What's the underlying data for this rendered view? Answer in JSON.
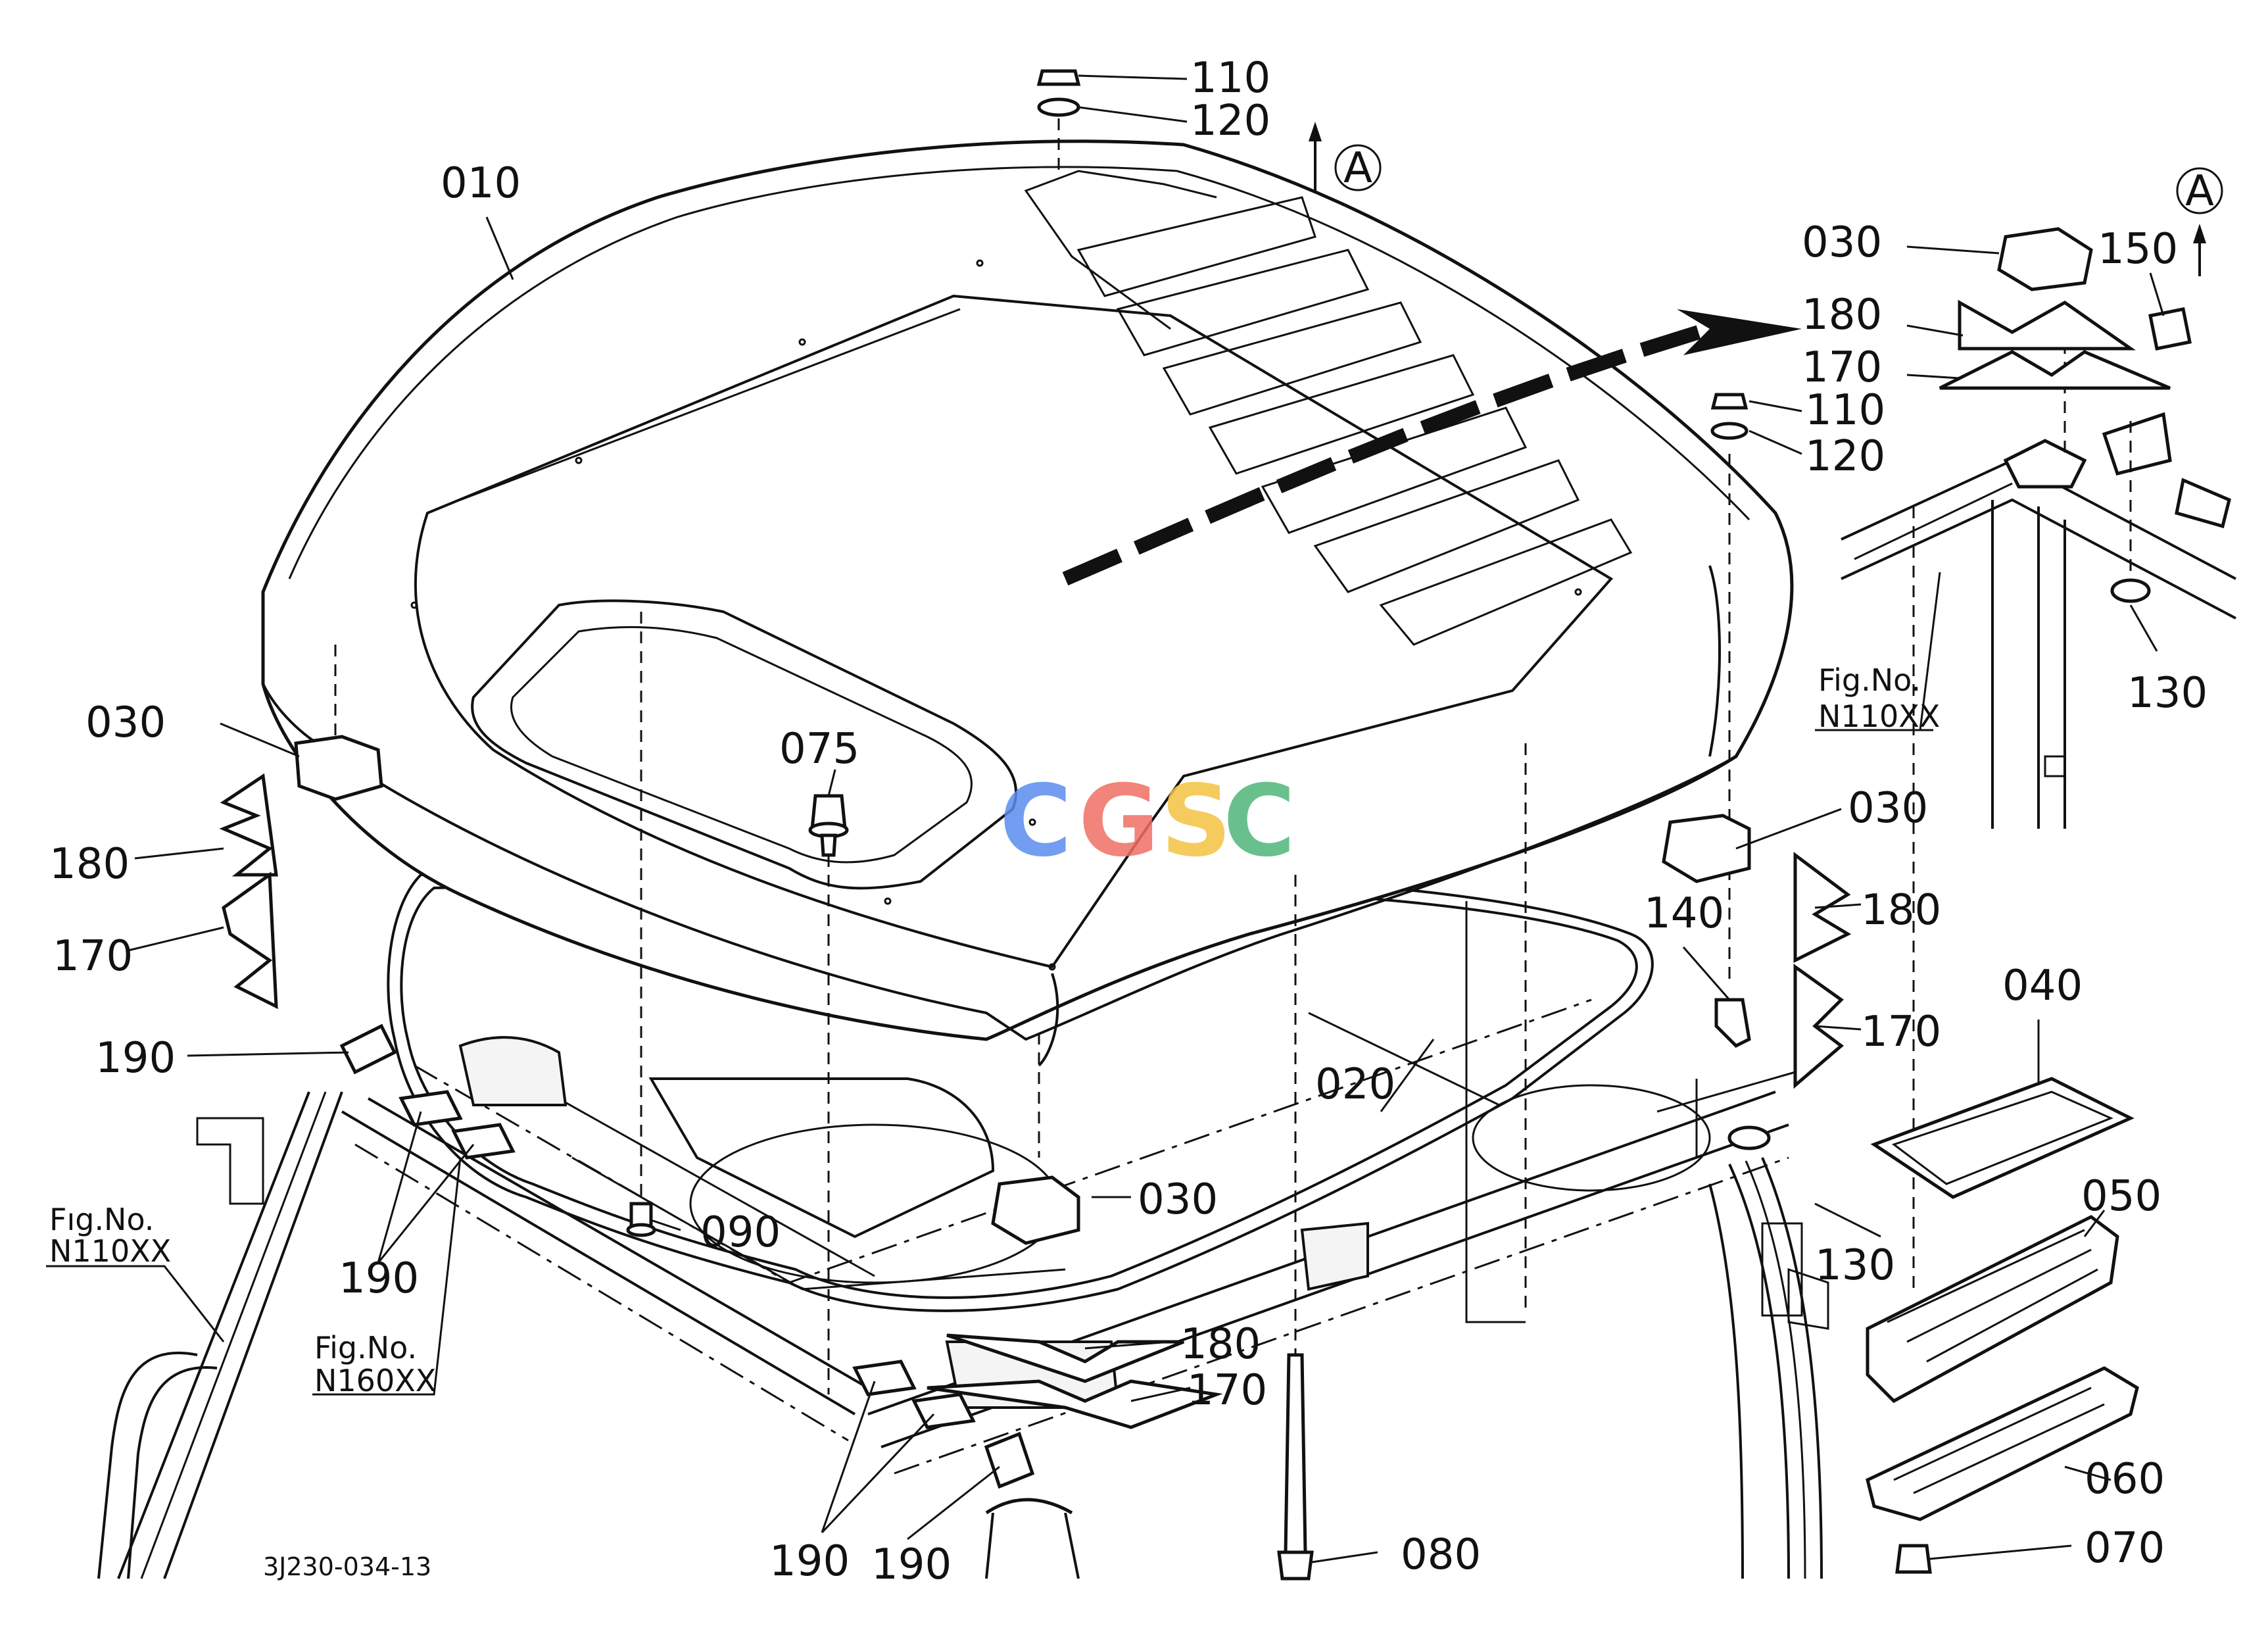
{
  "parts": {
    "p010": "010",
    "p020": "020",
    "p030": "030",
    "p040": "040",
    "p050": "050",
    "p060": "060",
    "p070": "070",
    "p075": "075",
    "p080": "080",
    "p090": "090",
    "p110": "110",
    "p120": "120",
    "p130": "130",
    "p140": "140",
    "p150": "150",
    "p170": "170",
    "p180": "180",
    "p190": "190"
  },
  "markers": {
    "view_a": "A"
  },
  "fig_refs": {
    "fig_label": "Fig.No.",
    "fig_label_alt": "Fıg.No.",
    "n110": "N110XX",
    "n160": "N160XX"
  },
  "drawing_code": "3J230-034-13",
  "watermark": {
    "text": "CGSC",
    "letters": [
      "C",
      "G",
      "S",
      "C"
    ],
    "colors": [
      "#5b8def",
      "#ef6f64",
      "#f5c242",
      "#4fb67a"
    ]
  }
}
